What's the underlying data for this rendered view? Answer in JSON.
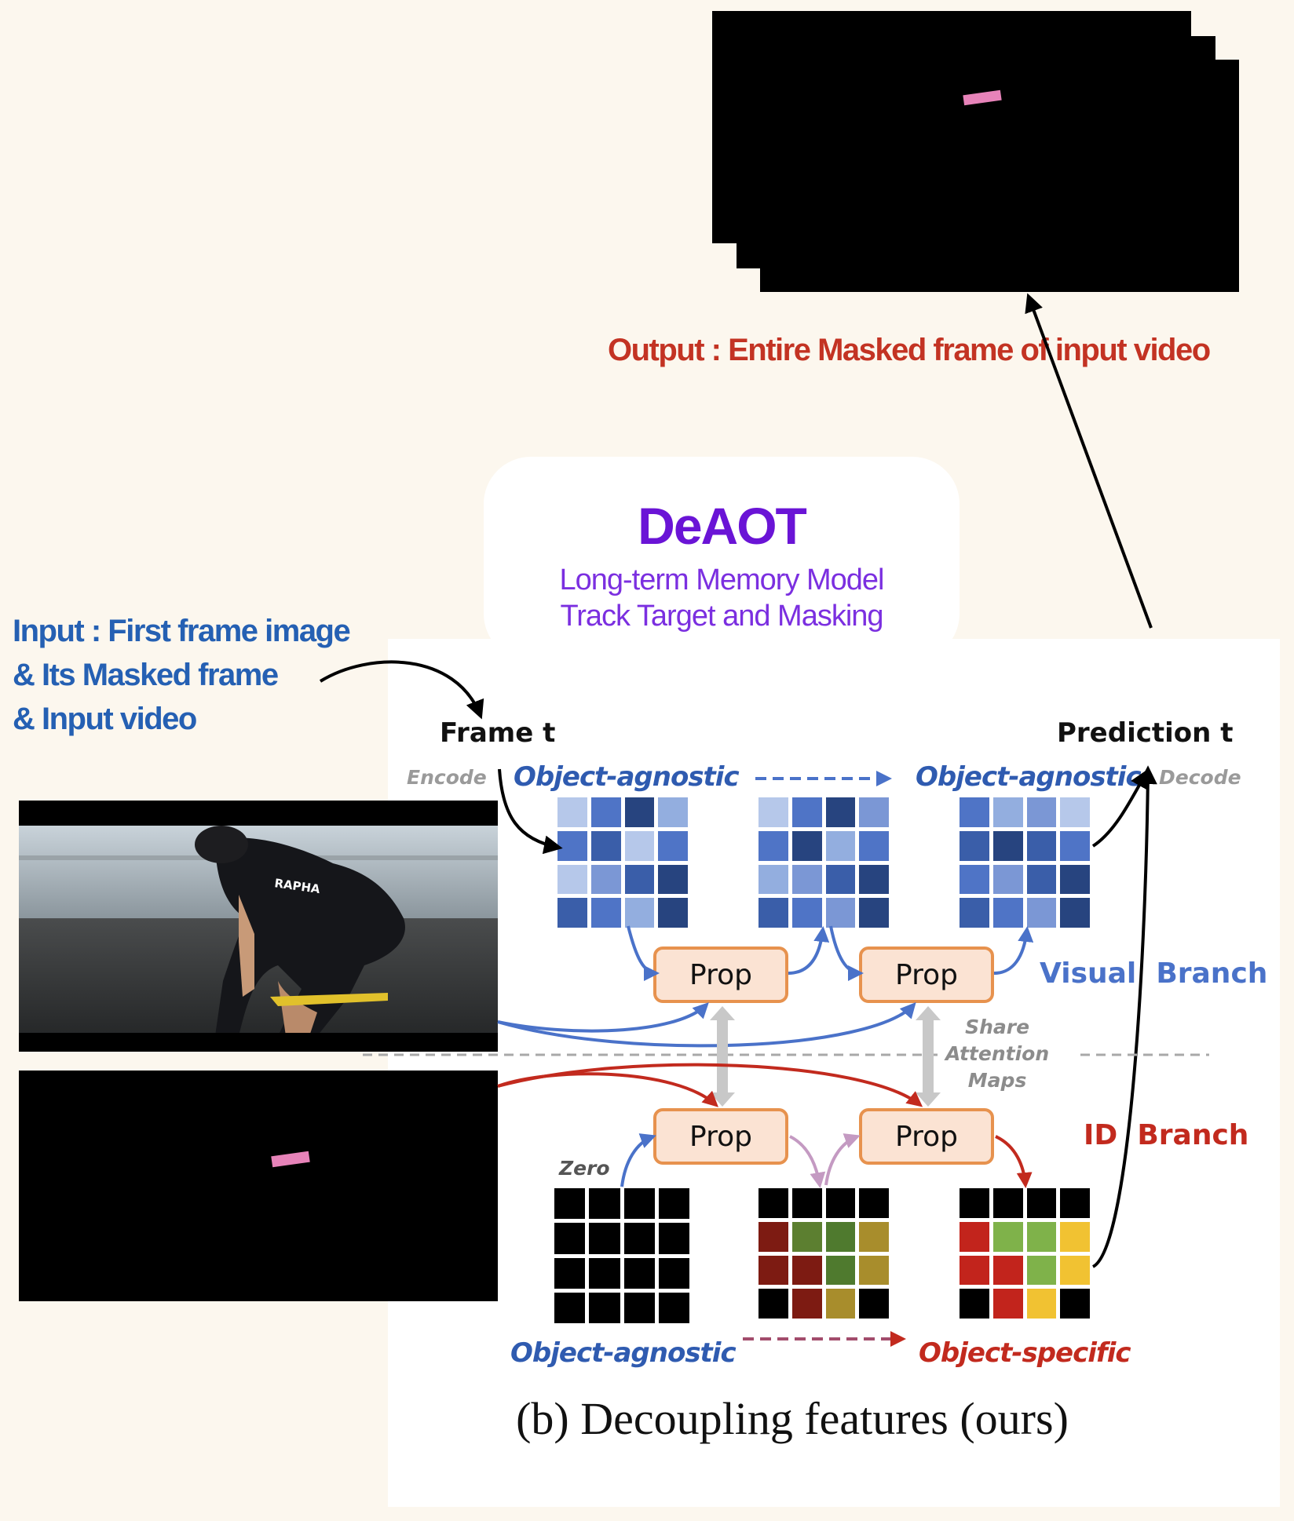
{
  "output_label": "Output : Entire Masked frame of input video",
  "input_label": {
    "line1": "Input : First frame image",
    "line2": "& Its Masked frame",
    "line3": "& Input video"
  },
  "deaot": {
    "title": "DeAOT",
    "subtitle1": "Long-term Memory Model",
    "subtitle2": "Track Target and Masking"
  },
  "figure": {
    "frame_t": "Frame t",
    "prediction_t": "Prediction t",
    "encode": "Encode",
    "decode": "Decode",
    "object_agnostic": "Object-agnostic",
    "object_specific": "Object-specific",
    "prop": "Prop",
    "visual_branch": "Visual  Branch",
    "id_branch": "ID  Branch",
    "share1": "Share",
    "share2": "Attention",
    "share3": "Maps",
    "zero": "Zero",
    "caption": "(b) Decoupling features (ours)"
  },
  "photo": {
    "jersey_text": "RAPHA"
  },
  "grids": {
    "visual1": [
      "#b6c8ea",
      "#4f74c6",
      "#27447f",
      "#93aedf",
      "#4f74c6",
      "#3a5ea9",
      "#b6c8ea",
      "#4f74c6",
      "#b6c8ea",
      "#7b97d5",
      "#3a5ea9",
      "#27447f",
      "#3a5ea9",
      "#4f74c6",
      "#93aedf",
      "#27447f"
    ],
    "visual2": [
      "#b6c8ea",
      "#4f74c6",
      "#27447f",
      "#7b97d5",
      "#4f74c6",
      "#27447f",
      "#93aedf",
      "#4f74c6",
      "#93aedf",
      "#7b97d5",
      "#3a5ea9",
      "#27447f",
      "#3a5ea9",
      "#4f74c6",
      "#7b97d5",
      "#27447f"
    ],
    "visual3": [
      "#4f74c6",
      "#93aedf",
      "#7b97d5",
      "#b6c8ea",
      "#3a5ea9",
      "#27447f",
      "#3a5ea9",
      "#4f74c6",
      "#4f74c6",
      "#7b97d5",
      "#3a5ea9",
      "#27447f",
      "#3a5ea9",
      "#4f74c6",
      "#7b97d5",
      "#27447f"
    ],
    "id1": [
      "#000000",
      "#000000",
      "#000000",
      "#000000",
      "#000000",
      "#000000",
      "#000000",
      "#000000",
      "#000000",
      "#000000",
      "#000000",
      "#000000",
      "#000000",
      "#000000",
      "#000000",
      "#000000"
    ],
    "id2": [
      "#000000",
      "#000000",
      "#000000",
      "#000000",
      "#7d1b12",
      "#5c7f30",
      "#4f7a2e",
      "#a88d2c",
      "#7d1b12",
      "#7d1b12",
      "#4f7a2e",
      "#a88d2c",
      "#000000",
      "#7d1b12",
      "#a88d2c",
      "#000000"
    ],
    "id3": [
      "#000000",
      "#000000",
      "#000000",
      "#000000",
      "#c2241c",
      "#7fb24a",
      "#7fb24a",
      "#f1c232",
      "#c2241c",
      "#c2241c",
      "#7fb24a",
      "#f1c232",
      "#000000",
      "#c2241c",
      "#f1c232",
      "#000000"
    ]
  },
  "colors": {
    "background": "#fcf7ee",
    "output_label": "#c33323",
    "input_label": "#2560b3",
    "deaot": "#6a14d6",
    "mask": "#e783b9",
    "visual_blue": "#4a72c9",
    "id_red": "#c22a1e",
    "prop_border": "#e7924e"
  }
}
